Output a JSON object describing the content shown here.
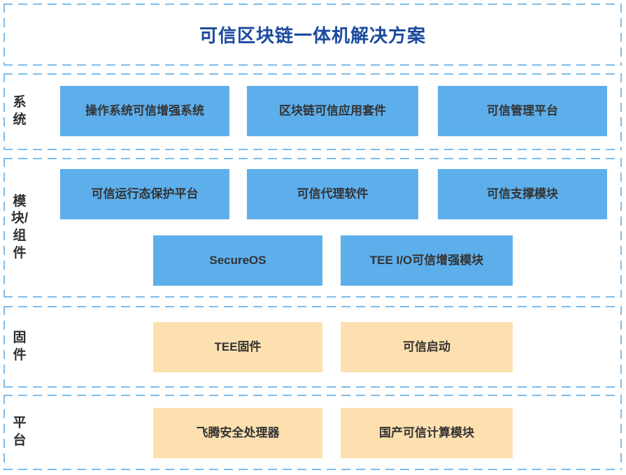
{
  "title": "可信区块链一体机解决方案",
  "colors": {
    "blue_box": "#5DAFEC",
    "orange_box": "#FDE0AF",
    "border_c": "#7FBCE9",
    "title_text": "#1B4A9E",
    "box_text": "#333333",
    "bg": "#FFFFFF"
  },
  "sections": {
    "system": {
      "label": "系统",
      "boxes": [
        "操作系统可信增强系统",
        "区块链可信应用套件",
        "可信管理平台"
      ]
    },
    "module": {
      "label": "模块/组件",
      "row1": [
        "可信运行态保护平台",
        "可信代理软件",
        "可信支撑模块"
      ],
      "row2": [
        "SecureOS",
        "TEE I/O可信增强模块"
      ]
    },
    "firmware": {
      "label": "固件",
      "boxes": [
        "TEE固件",
        "可信启动"
      ]
    },
    "platform": {
      "label": "平台",
      "boxes": [
        "飞腾安全处理器",
        "国产可信计算模块"
      ]
    }
  }
}
